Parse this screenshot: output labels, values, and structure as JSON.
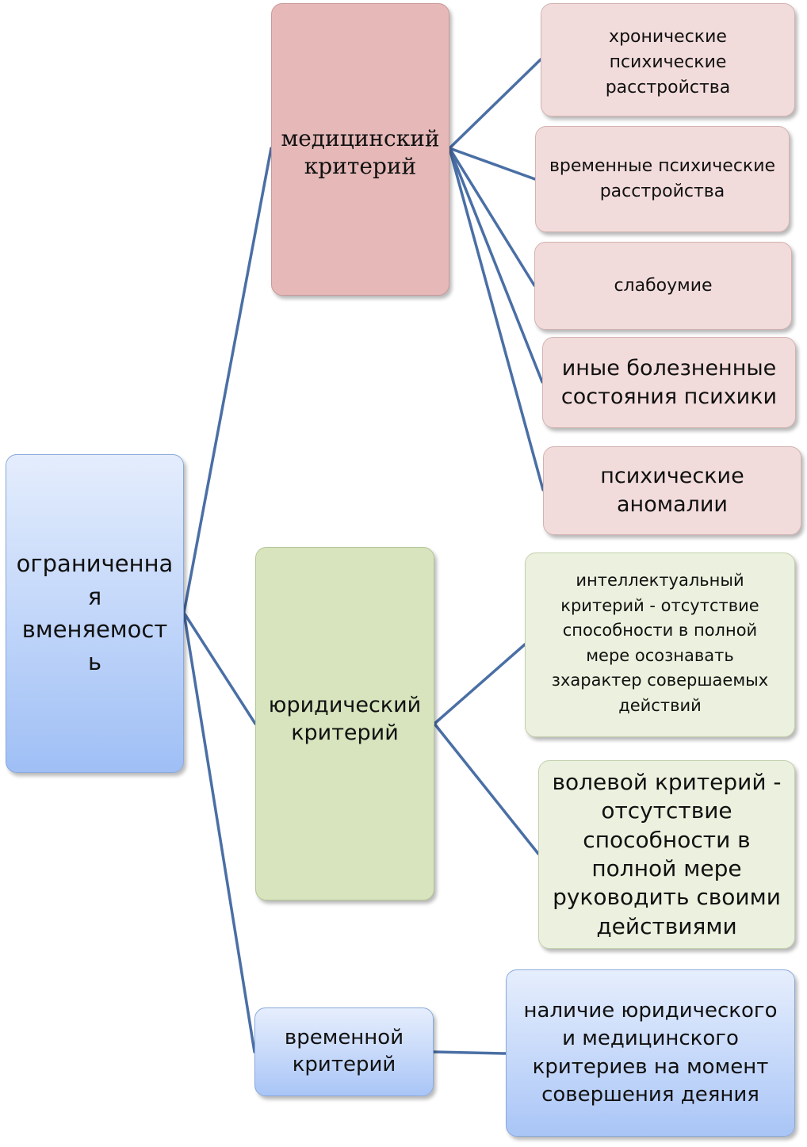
{
  "root": {
    "label": "ограниченна\nя\nвменяемост\nь"
  },
  "medical": {
    "label": "медицинский\nкритерий",
    "items": [
      "хронические\nпсихические\nрасстройства",
      "временные психические\nрасстройства",
      "слабоумие",
      "иные болезненные\nсостояния психики",
      "психические\nаномалии"
    ]
  },
  "juridical": {
    "label": "юридический\nкритерий",
    "items": [
      "интеллектуальный\nкритерий - отсутствие\nспособности в полной\nмере осознавать\nзхарактер совершаемых\nдействий",
      "волевой критерий -\nотсутствие\nспособности в\nполной мере\nруководить своими\nдействиями"
    ]
  },
  "temporal": {
    "label": "временной\nкритерий",
    "items": [
      "наличие юридического\nи медицинского\nкритериев на момент\nсовершения деяния"
    ]
  },
  "colors": {
    "connector": "#4a6fa5",
    "medical_main": "#e6b8b8",
    "medical_item": "#f2dcdb",
    "juridical_main": "#d7e4bd",
    "juridical_item": "#ebf1de",
    "temporal": "#c5d8fa"
  }
}
